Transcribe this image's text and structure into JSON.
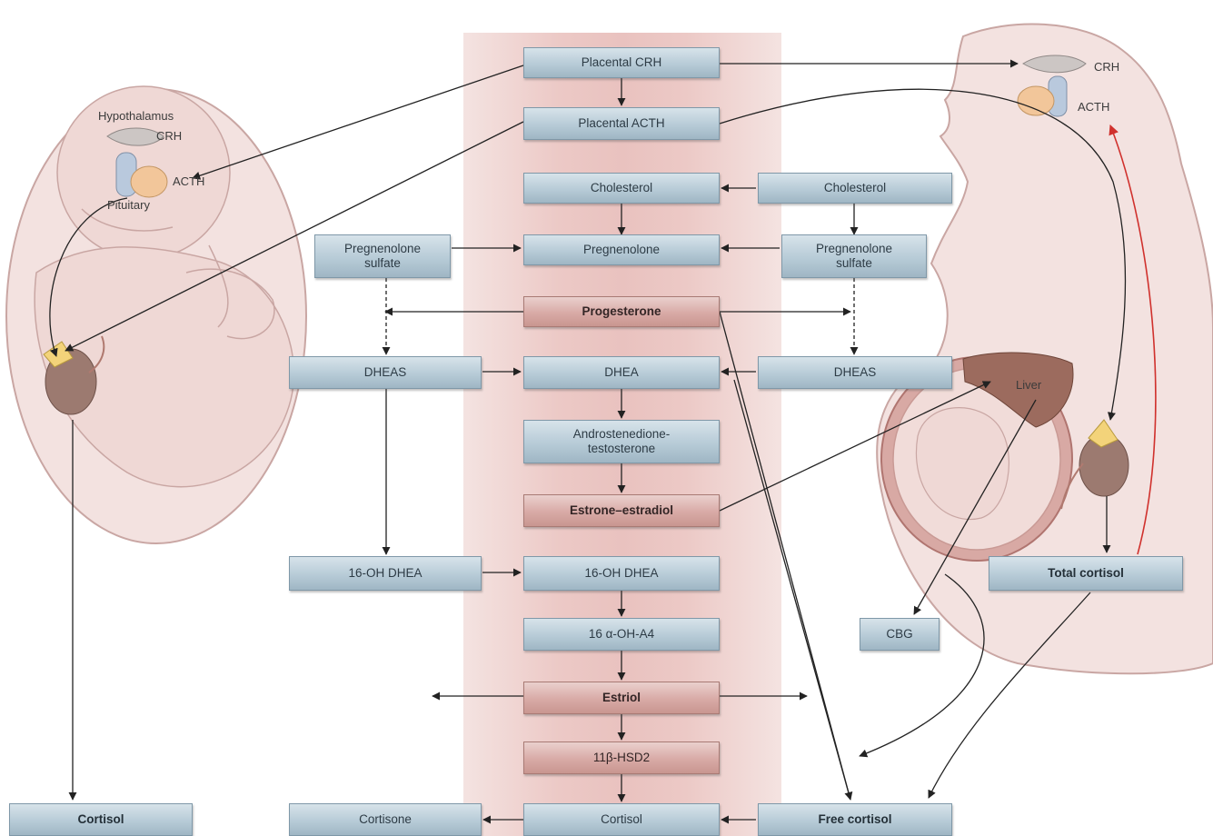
{
  "fetus": {
    "hypothalamus_label": "Hypothalamus",
    "crh_label": "CRH",
    "acth_label": "ACTH",
    "pituitary_label": "Pituitary"
  },
  "mother": {
    "crh_label": "CRH",
    "acth_label": "ACTH",
    "liver_label": "Liver"
  },
  "placenta": {
    "placental_crh": "Placental CRH",
    "placental_acth": "Placental ACTH",
    "cholesterol": "Cholesterol",
    "pregnenolone": "Pregnenolone",
    "progesterone": "Progesterone",
    "dhea": "DHEA",
    "androstenedione": "Androstenedione-\ntestosterone",
    "estrone_estradiol": "Estrone–estradiol",
    "oh_dhea": "16-OH DHEA",
    "oh_a4": "16 α-OH-A4",
    "estriol": "Estriol",
    "hsd2": "11β-HSD2",
    "cortisol": "Cortisol"
  },
  "fetal_side": {
    "pregnenolone_sulfate": "Pregnenolone\nsulfate",
    "dheas": "DHEAS",
    "oh_dhea": "16-OH DHEA",
    "cortisone": "Cortisone",
    "cortisol": "Cortisol"
  },
  "maternal_side": {
    "cholesterol": "Cholesterol",
    "pregnenolone_sulfate": "Pregnenolone\nsulfate",
    "dheas": "DHEAS",
    "total_cortisol": "Total cortisol",
    "cbg": "CBG",
    "free_cortisol": "Free cortisol"
  },
  "colors": {
    "node_blue": "#b7cbd7",
    "node_red": "#d8aaa6",
    "placenta_band": "#ecc9c6",
    "body_skin": "#f3e2e0",
    "feedback_arrow": "#d0312d"
  }
}
